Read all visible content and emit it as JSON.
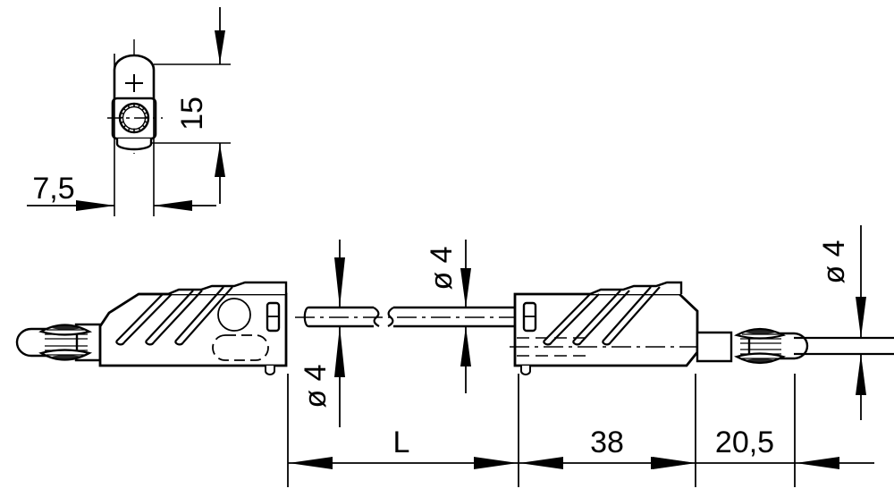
{
  "drawing": {
    "title": "Banana plug test lead dimensioned drawing",
    "background_color": "#ffffff",
    "line_color": "#000000",
    "type": "technical-engineering-drawing",
    "units": "mm"
  },
  "dimensions": {
    "end_view_height": "15",
    "end_view_width": "7,5",
    "wire_diameter_left": "ø 4",
    "plug_diameter_mid": "ø 4",
    "plug_diameter_right": "ø 4",
    "cable_length": "L",
    "connector_length": "38",
    "plug_length": "20,5"
  },
  "views": {
    "end_view_label": "connector-end-view",
    "side_view_label": "cable-assembly-side-view"
  },
  "parts": {
    "left_plug": "banana-plug-left",
    "left_body": "connector-body-left",
    "cable": "cable-run",
    "break_symbol": "cable-break",
    "right_body": "connector-body-right",
    "right_plug": "banana-plug-right",
    "tail_wire": "tail-wire-right"
  }
}
